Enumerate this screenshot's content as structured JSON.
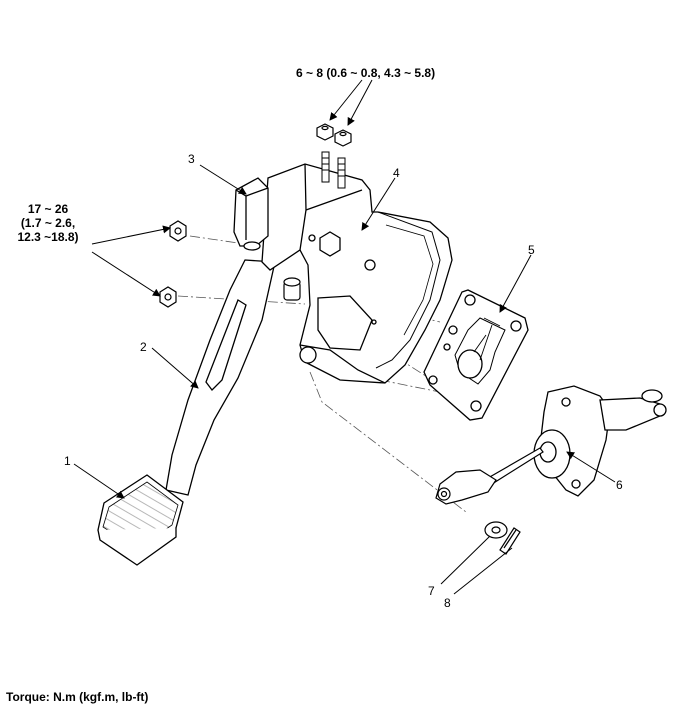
{
  "torque_top": "6 ~ 8 (0.6 ~ 0.8, 4.3 ~ 5.8)",
  "torque_side": {
    "line1": "17 ~ 26",
    "line2": "(1.7 ~ 2.6,",
    "line3": "12.3 ~18.8)"
  },
  "callouts": {
    "n1": "1",
    "n2": "2",
    "n3": "3",
    "n4": "4",
    "n5": "5",
    "n6": "6",
    "n7": "7",
    "n8": "8"
  },
  "torque_note": "Torque: N.m (kgf.m, lb-ft)"
}
